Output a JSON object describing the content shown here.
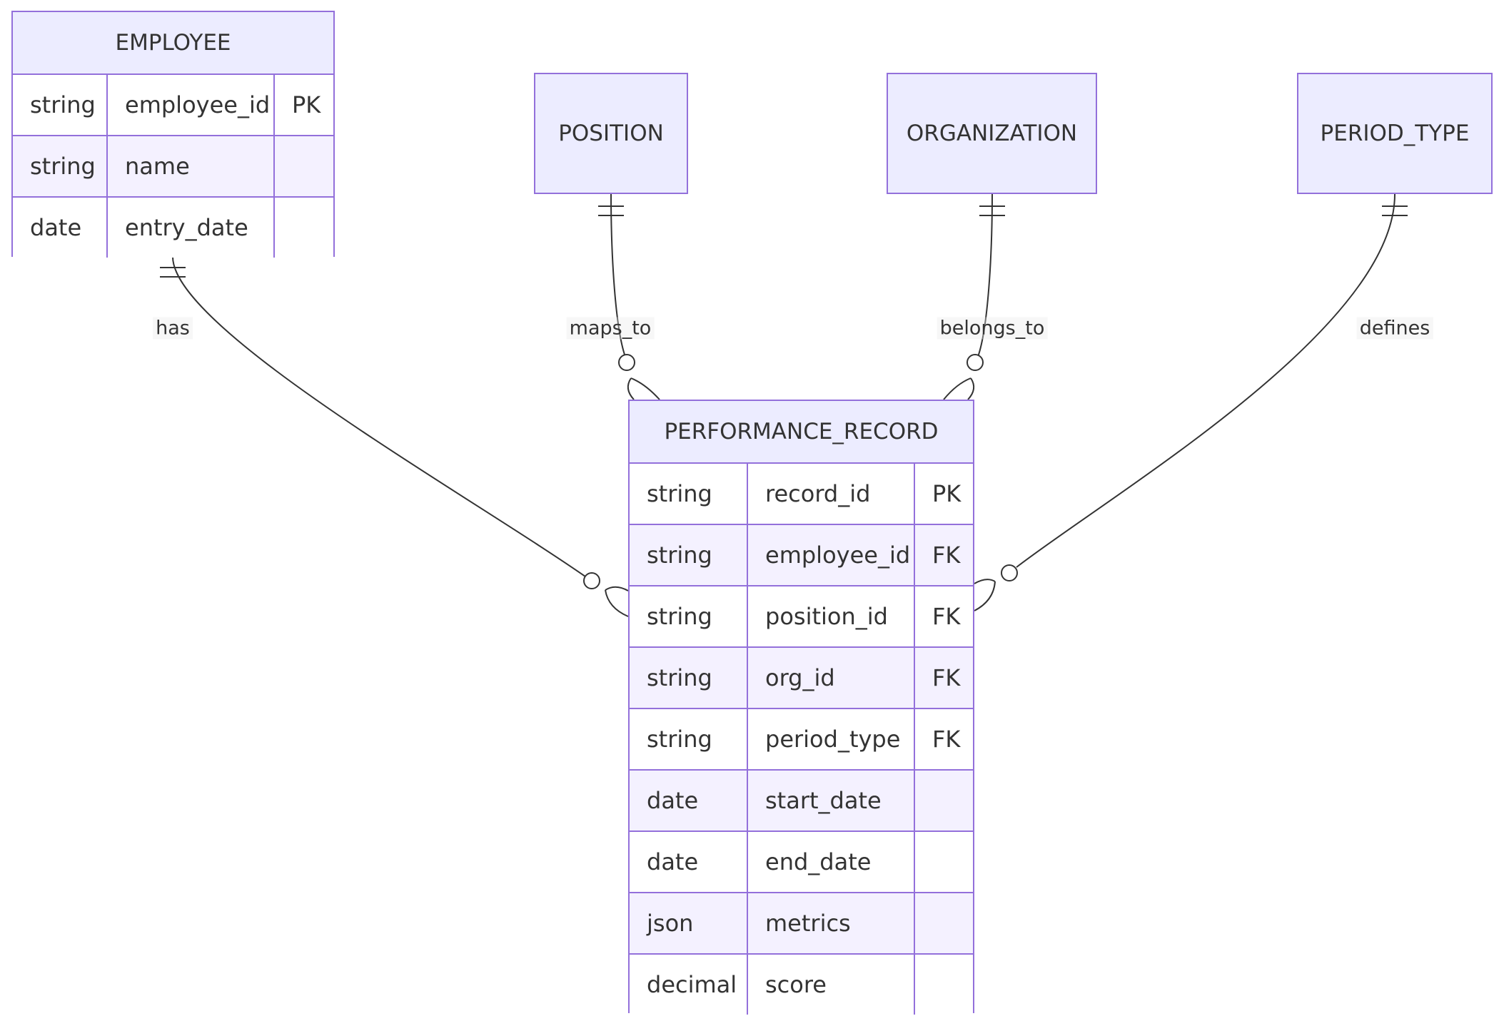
{
  "colors": {
    "entity_border": "#9370DB",
    "entity_fill": "#ECECFF",
    "row_alt_fill": "#F4F1FF",
    "row_fill": "#FFFFFF",
    "edge": "#333333",
    "text": "#333333"
  },
  "entities": {
    "employee": {
      "name": "EMPLOYEE",
      "attributes": [
        {
          "type": "string",
          "name": "employee_id",
          "key": "PK"
        },
        {
          "type": "string",
          "name": "name",
          "key": ""
        },
        {
          "type": "date",
          "name": "entry_date",
          "key": ""
        }
      ]
    },
    "position": {
      "name": "POSITION"
    },
    "organization": {
      "name": "ORGANIZATION"
    },
    "period_type": {
      "name": "PERIOD_TYPE"
    },
    "performance_record": {
      "name": "PERFORMANCE_RECORD",
      "attributes": [
        {
          "type": "string",
          "name": "record_id",
          "key": "PK"
        },
        {
          "type": "string",
          "name": "employee_id",
          "key": "FK"
        },
        {
          "type": "string",
          "name": "position_id",
          "key": "FK"
        },
        {
          "type": "string",
          "name": "org_id",
          "key": "FK"
        },
        {
          "type": "string",
          "name": "period_type",
          "key": "FK"
        },
        {
          "type": "date",
          "name": "start_date",
          "key": ""
        },
        {
          "type": "date",
          "name": "end_date",
          "key": ""
        },
        {
          "type": "json",
          "name": "metrics",
          "key": ""
        },
        {
          "type": "decimal",
          "name": "score",
          "key": ""
        }
      ]
    }
  },
  "relationships": [
    {
      "from": "EMPLOYEE",
      "to": "PERFORMANCE_RECORD",
      "label": "has",
      "from_cardinality": "exactly-one",
      "to_cardinality": "zero-or-more"
    },
    {
      "from": "POSITION",
      "to": "PERFORMANCE_RECORD",
      "label": "maps_to",
      "from_cardinality": "exactly-one",
      "to_cardinality": "zero-or-more"
    },
    {
      "from": "ORGANIZATION",
      "to": "PERFORMANCE_RECORD",
      "label": "belongs_to",
      "from_cardinality": "exactly-one",
      "to_cardinality": "zero-or-more"
    },
    {
      "from": "PERIOD_TYPE",
      "to": "PERFORMANCE_RECORD",
      "label": "defines",
      "from_cardinality": "exactly-one",
      "to_cardinality": "zero-or-more"
    }
  ]
}
